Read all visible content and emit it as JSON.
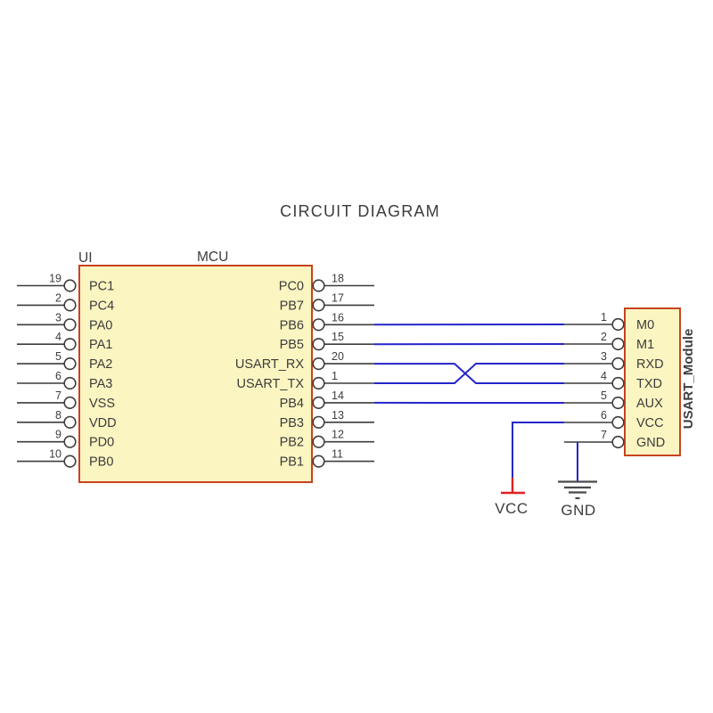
{
  "title": "CIRCUIT DIAGRAM",
  "mcu": {
    "ref": "UI",
    "name": "MCU",
    "left_pins": [
      {
        "num": "19",
        "label": "PC1"
      },
      {
        "num": "2",
        "label": "PC4"
      },
      {
        "num": "3",
        "label": "PA0"
      },
      {
        "num": "4",
        "label": "PA1"
      },
      {
        "num": "5",
        "label": "PA2"
      },
      {
        "num": "6",
        "label": "PA3"
      },
      {
        "num": "7",
        "label": "VSS"
      },
      {
        "num": "8",
        "label": "VDD"
      },
      {
        "num": "9",
        "label": "PD0"
      },
      {
        "num": "10",
        "label": "PB0"
      }
    ],
    "right_pins": [
      {
        "num": "18",
        "label": "PC0"
      },
      {
        "num": "17",
        "label": "PB7"
      },
      {
        "num": "16",
        "label": "PB6"
      },
      {
        "num": "15",
        "label": "PB5"
      },
      {
        "num": "20",
        "label": "USART_RX"
      },
      {
        "num": "1",
        "label": "USART_TX"
      },
      {
        "num": "14",
        "label": "PB4"
      },
      {
        "num": "13",
        "label": "PB3"
      },
      {
        "num": "12",
        "label": "PB2"
      },
      {
        "num": "11",
        "label": "PB1"
      }
    ]
  },
  "module": {
    "name": "USART_Module",
    "pins": [
      {
        "num": "1",
        "label": "M0"
      },
      {
        "num": "2",
        "label": "M1"
      },
      {
        "num": "3",
        "label": "RXD"
      },
      {
        "num": "4",
        "label": "TXD"
      },
      {
        "num": "5",
        "label": "AUX"
      },
      {
        "num": "6",
        "label": "VCC"
      },
      {
        "num": "7",
        "label": "GND"
      }
    ]
  },
  "power": {
    "vcc_label": "VCC",
    "gnd_label": "GND"
  },
  "connections": [
    {
      "from": "MCU.PB6 (pin 16)",
      "to": "USART_Module.M0 (pin 1)",
      "crossover": false
    },
    {
      "from": "MCU.PB5 (pin 15)",
      "to": "USART_Module.M1 (pin 2)",
      "crossover": false
    },
    {
      "from": "MCU.USART_RX (pin 20)",
      "to": "USART_Module.TXD (pin 4)",
      "crossover": true
    },
    {
      "from": "MCU.USART_TX (pin 1)",
      "to": "USART_Module.RXD (pin 3)",
      "crossover": true
    },
    {
      "from": "MCU.PB4 (pin 14)",
      "to": "USART_Module.AUX (pin 5)",
      "crossover": false
    },
    {
      "from": "USART_Module.VCC (pin 6)",
      "to": "VCC rail",
      "crossover": false
    },
    {
      "from": "USART_Module.GND (pin 7)",
      "to": "GND earth",
      "crossover": false
    }
  ],
  "colors": {
    "background": "#ffffff",
    "block_fill": "#fbf5c1",
    "block_border": "#c8431f",
    "wire": "#3c3c3c",
    "net_wire": "#2525cb",
    "text": "#3c3c3c",
    "module_label": "#2a2ace",
    "vcc_red": "#e32020",
    "gnd_gray": "#4a4a4a",
    "title_gray": "#969696"
  }
}
